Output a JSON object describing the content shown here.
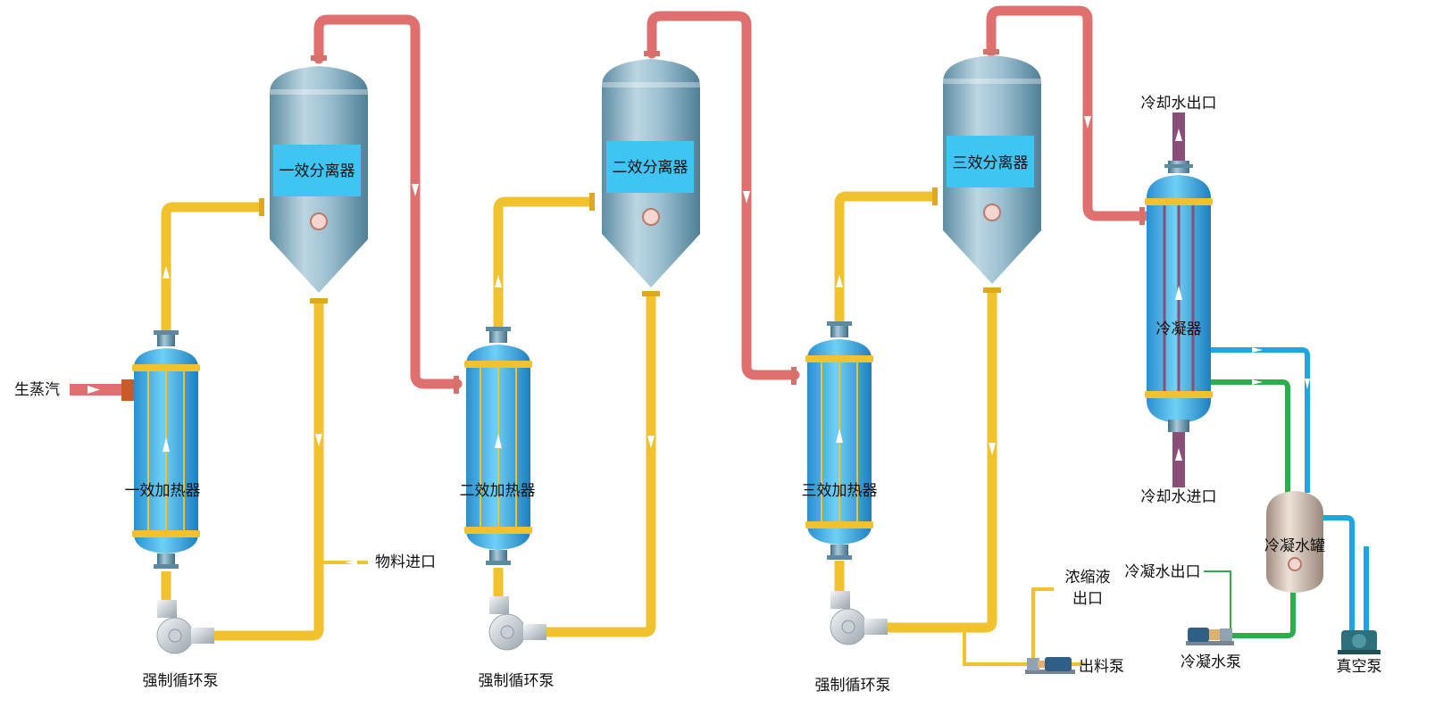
{
  "colors": {
    "steam": "#e07070",
    "liquid": "#f2c12e",
    "cooling_out": "#8a4f78",
    "blue_line": "#1ea6e0",
    "green_line": "#2cae4b",
    "vessel": "#8fb4c6",
    "tube_blue": "#3fb3e6",
    "label_box": "#3ec5f3"
  },
  "labels": {
    "live_steam": "生蒸汽",
    "feed_inlet": "物料进口",
    "conc_outlet_1": "浓缩液",
    "conc_outlet_2": "出口",
    "discharge_pump": "出料泵",
    "cw_outlet": "冷却水出口",
    "cw_inlet": "冷却水进口",
    "condensate_outlet": "冷凝水出口",
    "condensate_pump": "冷凝水泵",
    "vacuum_pump": "真空泵",
    "condensate_tank": "冷凝水罐",
    "condenser": "冷凝器"
  },
  "effects": [
    {
      "separator": "一效分离器",
      "heater": "一效加热器",
      "pump": "强制循环泵"
    },
    {
      "separator": "二效分离器",
      "heater": "二效加热器",
      "pump": "强制循环泵"
    },
    {
      "separator": "三效分离器",
      "heater": "三效加热器",
      "pump": "强制循环泵"
    }
  ]
}
